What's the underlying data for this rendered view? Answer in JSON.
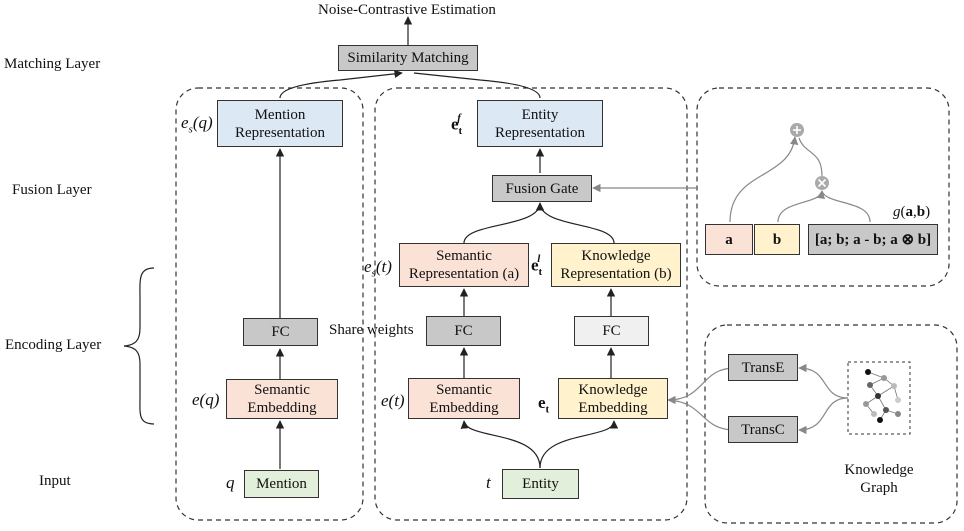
{
  "top_label": "Noise-Contrastive Estimation",
  "layers": {
    "matching": "Matching Layer",
    "fusion": "Fusion Layer",
    "encoding": "Encoding Layer",
    "input": "Input"
  },
  "nodes": {
    "similarity_matching": "Similarity Matching",
    "mention_repr": [
      "Mention",
      "Representation"
    ],
    "entity_repr": [
      "Entity",
      "Representation"
    ],
    "fusion_gate": "Fusion Gate",
    "semantic_repr": [
      "Semantic",
      "Representation (a)"
    ],
    "knowledge_repr": [
      "Knowledge",
      "Representation (b)"
    ],
    "fc": "FC",
    "share_weights": "Share weights",
    "semantic_embedding": [
      "Semantic",
      "Embedding"
    ],
    "knowledge_embedding": [
      "Knowledge",
      "Embedding"
    ],
    "mention": "Mention",
    "entity": "Entity",
    "transe": "TransE",
    "transc": "TransC",
    "knowledge_graph": [
      "Knowledge",
      "Graph"
    ],
    "gate_a": "a",
    "gate_b": "b",
    "gate_concat": "[a; b; a - b; a ⊗ b]",
    "gate_func": "g(a,b)"
  },
  "symbols": {
    "es_q": "es(q)",
    "et_f": "etf",
    "es_t": "es(t)",
    "et_l": "etl",
    "e_q": "e(q)",
    "e_t_italic": "e(t)",
    "e_t_bold": "et",
    "q": "q",
    "t": "t",
    "plus": "+",
    "times": "×"
  },
  "colors": {
    "blue": "#dde8f5",
    "pink": "#fbe2d6",
    "yellow": "#fff2cc",
    "green": "#e2efda",
    "gray": "#c8c8c8"
  }
}
